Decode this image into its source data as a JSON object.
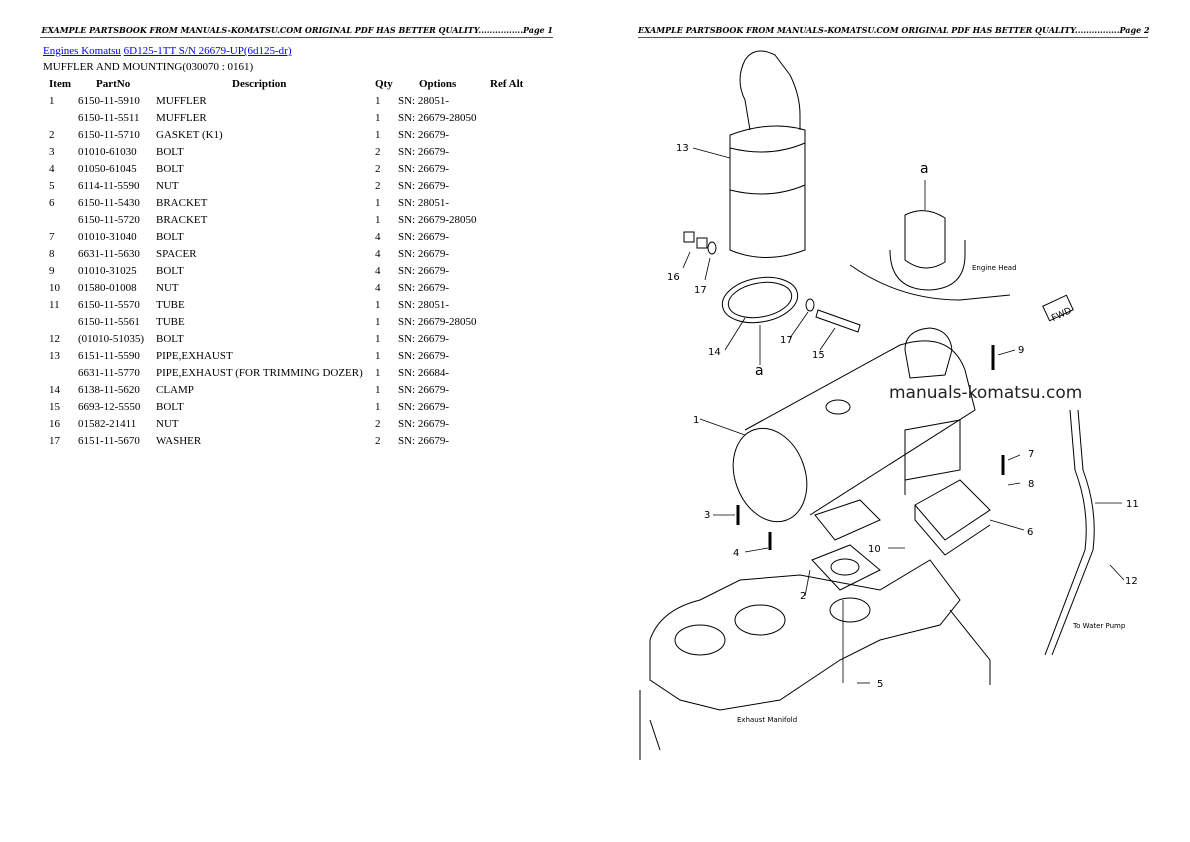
{
  "page1": {
    "header": "EXAMPLE PARTSBOOK FROM MANUALS-KOMATSU.COM ORIGINAL PDF HAS BETTER QUALITY................Page 1",
    "breadcrumb": [
      "Engines Komatsu",
      "6D125-1TT S/N 26679-UP(6d125-dr)"
    ],
    "section_title": "MUFFLER AND MOUNTING(030070 : 0161)",
    "columns": {
      "item": "Item",
      "partno": "PartNo",
      "description": "Description",
      "qty": "Qty",
      "options": "Options",
      "refalt": "Ref Alt"
    },
    "rows": [
      {
        "item": "1",
        "partno": "6150-11-5910",
        "description": "MUFFLER",
        "qty": "1",
        "options": "SN: 28051-"
      },
      {
        "item": "",
        "partno": "6150-11-5511",
        "description": "MUFFLER",
        "qty": "1",
        "options": "SN: 26679-28050"
      },
      {
        "item": "2",
        "partno": "6150-11-5710",
        "description": "GASKET (K1)",
        "qty": "1",
        "options": "SN: 26679-"
      },
      {
        "item": "3",
        "partno": "01010-61030",
        "description": "BOLT",
        "qty": "2",
        "options": "SN: 26679-"
      },
      {
        "item": "4",
        "partno": "01050-61045",
        "description": "BOLT",
        "qty": "2",
        "options": "SN: 26679-"
      },
      {
        "item": "5",
        "partno": "6114-11-5590",
        "description": "NUT",
        "qty": "2",
        "options": "SN: 26679-"
      },
      {
        "item": "6",
        "partno": "6150-11-5430",
        "description": "BRACKET",
        "qty": "1",
        "options": "SN: 28051-"
      },
      {
        "item": "",
        "partno": "6150-11-5720",
        "description": "BRACKET",
        "qty": "1",
        "options": "SN: 26679-28050"
      },
      {
        "item": "7",
        "partno": "01010-31040",
        "description": "BOLT",
        "qty": "4",
        "options": "SN: 26679-"
      },
      {
        "item": "8",
        "partno": "6631-11-5630",
        "description": "SPACER",
        "qty": "4",
        "options": "SN: 26679-"
      },
      {
        "item": "9",
        "partno": "01010-31025",
        "description": "BOLT",
        "qty": "4",
        "options": "SN: 26679-"
      },
      {
        "item": "10",
        "partno": "01580-01008",
        "description": "NUT",
        "qty": "4",
        "options": "SN: 26679-"
      },
      {
        "item": "11",
        "partno": "6150-11-5570",
        "description": "TUBE",
        "qty": "1",
        "options": "SN: 28051-"
      },
      {
        "item": "",
        "partno": "6150-11-5561",
        "description": "TUBE",
        "qty": "1",
        "options": "SN: 26679-28050"
      },
      {
        "item": "12",
        "partno": "(01010-51035)",
        "description": "BOLT",
        "qty": "1",
        "options": "SN: 26679-"
      },
      {
        "item": "13",
        "partno": "6151-11-5590",
        "description": "PIPE,EXHAUST",
        "qty": "1",
        "options": "SN: 26679-"
      },
      {
        "item": "",
        "partno": "6631-11-5770",
        "description": "PIPE,EXHAUST (FOR TRIMMING DOZER)",
        "qty": "1",
        "options": "SN: 26684-"
      },
      {
        "item": "14",
        "partno": "6138-11-5620",
        "description": "CLAMP",
        "qty": "1",
        "options": "SN: 26679-"
      },
      {
        "item": "15",
        "partno": "6693-12-5550",
        "description": "BOLT",
        "qty": "1",
        "options": "SN: 26679-"
      },
      {
        "item": "16",
        "partno": "01582-21411",
        "description": "NUT",
        "qty": "2",
        "options": "SN: 26679-"
      },
      {
        "item": "17",
        "partno": "6151-11-5670",
        "description": "WASHER",
        "qty": "2",
        "options": "SN: 26679-"
      }
    ]
  },
  "page2": {
    "header": "EXAMPLE PARTSBOOK FROM MANUALS-KOMATSU.COM ORIGINAL PDF HAS BETTER QUALITY................Page 2",
    "diagram": {
      "watermark": "manuals-komatsu.com",
      "engine_head_label": "Engine Head",
      "exhaust_manifold_label": "Exhaust Manifold",
      "water_pump_label": "To Water Pump",
      "fwd_label": "FWD",
      "callouts": {
        "c1": "1",
        "c2": "2",
        "c3": "3",
        "c4": "4",
        "c5": "5",
        "c6": "6",
        "c7": "7",
        "c8": "8",
        "c9": "9",
        "c10": "10",
        "c11": "11",
        "c12": "12",
        "c13": "13",
        "c14": "14",
        "c15": "15",
        "c16": "16",
        "c17a": "17",
        "c17b": "17",
        "a1": "a",
        "a2": "a"
      }
    }
  }
}
